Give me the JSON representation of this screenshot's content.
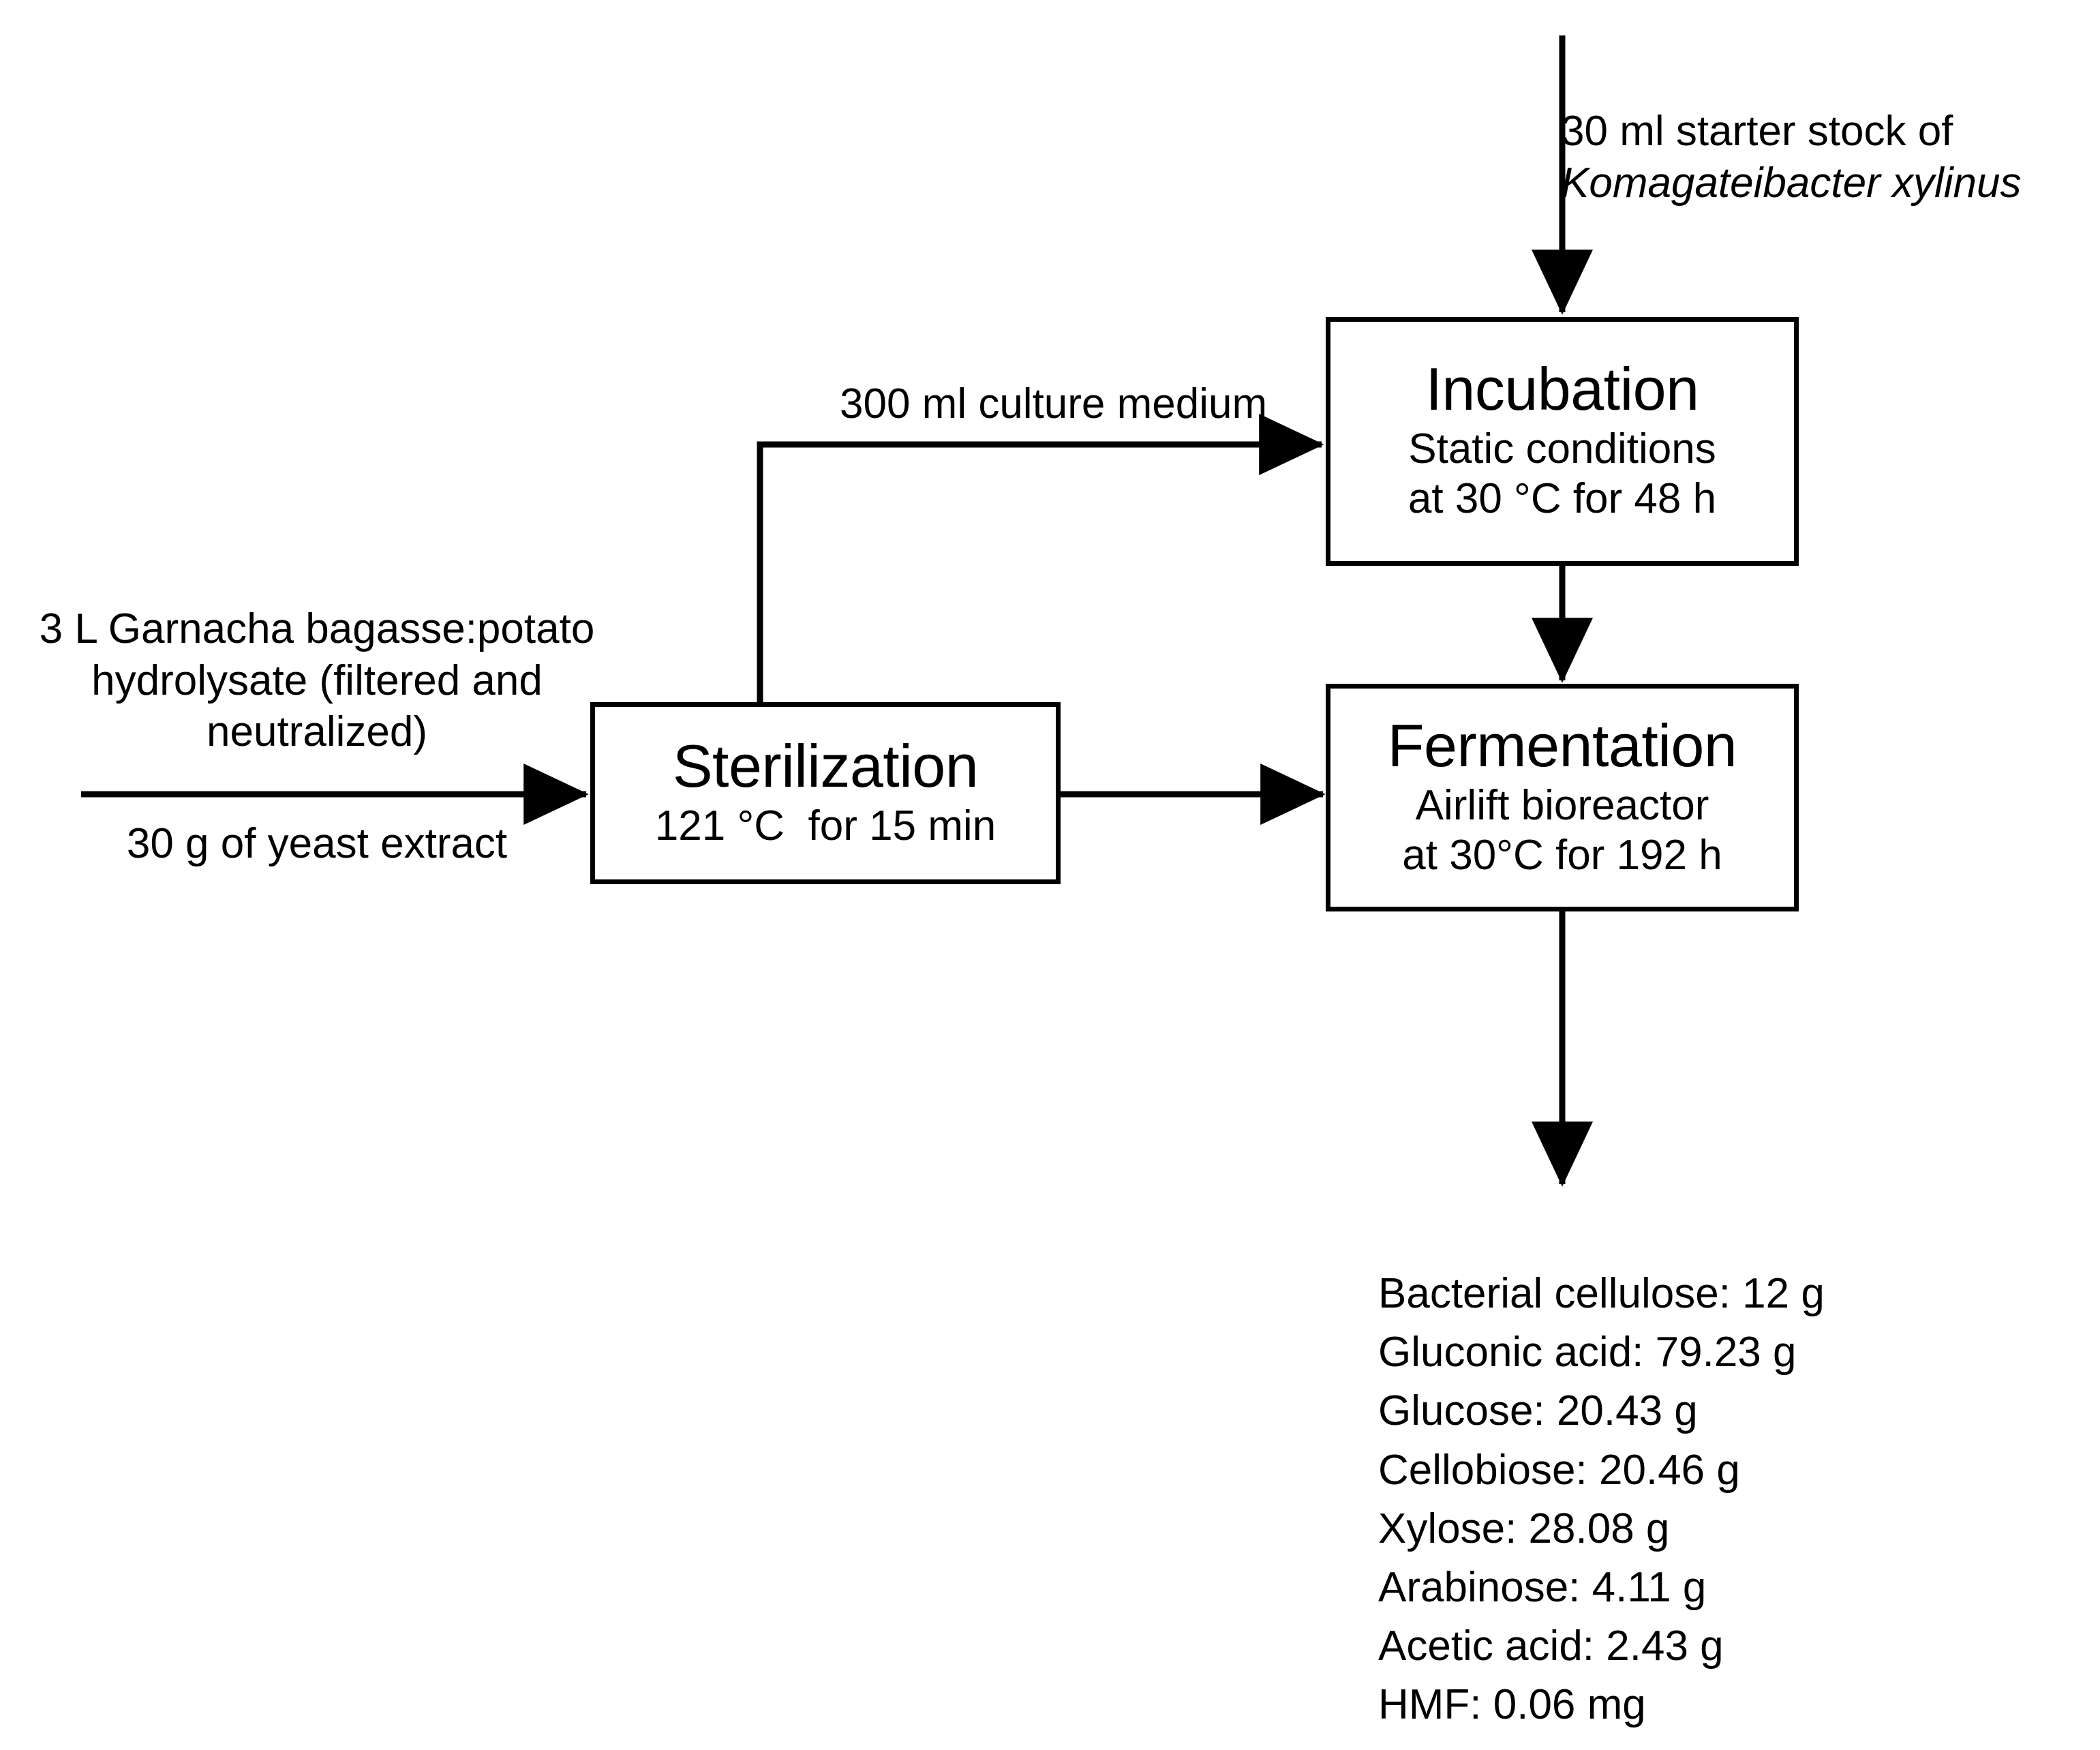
{
  "diagram": {
    "type": "process-flow",
    "title": "Bacterial cellulose production process flow",
    "line_color": "#000000",
    "background_color": "#ffffff"
  },
  "inputs": {
    "feedstock": {
      "line1": "3 L Garnacha bagasse:potato",
      "line2": "hydrolysate (filtered and",
      "line3": "neutralized)"
    },
    "yeast_extract": "30 g of yeast extract",
    "culture_medium": "300 ml culture medium",
    "starter_stock": {
      "line1": "30 ml starter stock of",
      "line2_italic": "Komagateibacter xylinus"
    }
  },
  "nodes": {
    "sterilization": {
      "title": "Sterilization",
      "sub1": "121 °C  for 15 min"
    },
    "incubation": {
      "title": "Incubation",
      "sub1": "Static conditions",
      "sub2": "at 30 °C for 48 h"
    },
    "fermentation": {
      "title": "Fermentation",
      "sub1": "Airlift bioreactor",
      "sub2": "at 30°C for 192 h"
    }
  },
  "outputs": {
    "items": [
      "Bacterial cellulose: 12 g",
      "Gluconic acid: 79.23 g",
      "Glucose: 20.43 g",
      "Cellobiose: 20.46 g",
      "Xylose: 28.08 g",
      "Arabinose: 4.11 g",
      "Acetic acid: 2.43 g",
      "HMF: 0.06 mg"
    ]
  }
}
